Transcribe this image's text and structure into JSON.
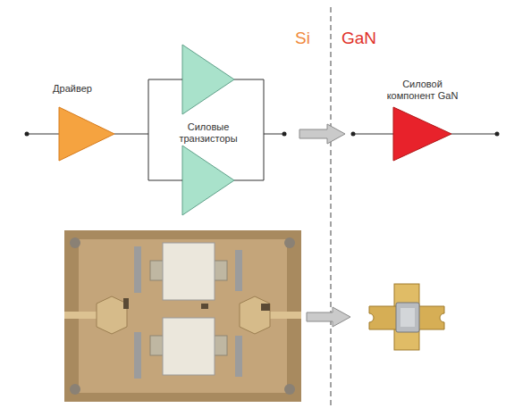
{
  "diagram": {
    "nodes": [
      {
        "text": [
          "Драйвер"
        ]
      },
      {
        "text": [
          "Силовые транзисторы"
        ]
      },
      {
        "text": [
          "Силовой компонент GaN"
        ]
      }
    ],
    "edges": [
      {
        "from": 0,
        "to": 1,
        "arrow": "none"
      }
    ],
    "labels": [
      "Si",
      "GaN"
    ]
  }
}
